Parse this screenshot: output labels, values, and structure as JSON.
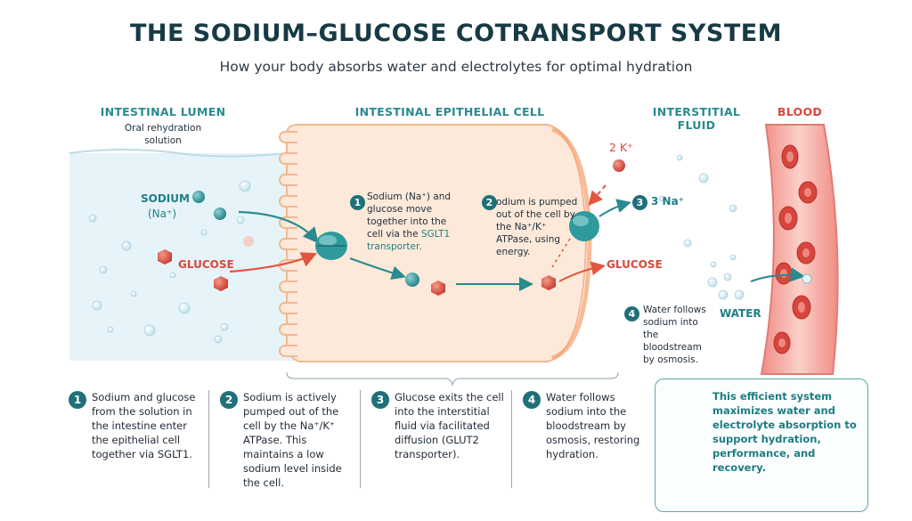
{
  "title": "THE SODIUM–GLUCOSE COTRANSPORT SYSTEM",
  "subtitle": "How your body absorbs water and electrolytes for optimal hydration",
  "regions": {
    "lumen": "INTESTINAL LUMEN",
    "lumen_caption": "Oral rehydration solution",
    "cell": "INTESTINAL EPITHELIAL CELL",
    "interstitial": "INTERSTITIAL FLUID",
    "blood": "BLOOD"
  },
  "labels": {
    "sodium": "SODIUM",
    "sodium_symbol": "(Na⁺)",
    "glucose_lumen": "GLUCOSE",
    "potassium": "2 K⁺",
    "sodium_out": "3 Na⁺",
    "glucose_interstitial": "GLUCOSE",
    "water": "WATER"
  },
  "steps_diagram": [
    {
      "number": "1",
      "text": "Sodium (Na⁺) and glucose move together into the cell via the",
      "highlight": "SGLT1 transporter."
    },
    {
      "number": "2",
      "text": "odium is pumped out of the cell by the Na⁺/K⁺ ATPase, using energy."
    },
    {
      "number": "3"
    },
    {
      "number": "4",
      "text": "Water follows sodium into the bloodstream by osmosis."
    }
  ],
  "steps_bottom": [
    {
      "number": "1",
      "text": "Sodium and glucose from the solution in the intestine enter the epithelial cell together via SGLT1."
    },
    {
      "number": "2",
      "text": "Sodium is actively pumped out of the cell by the Na⁺/K⁺ ATPase. This maintains a low sodium level inside the cell."
    },
    {
      "number": "3",
      "text": "Glucose exits the cell into the interstitial fluid via facilitated diffusion (GLUT2 transporter)."
    },
    {
      "number": "4",
      "text": "Water follows sodium into the bloodstream by osmosis, restoring hydration."
    }
  ],
  "summary": {
    "text": "This efficient system maximizes water and electrolyte absorption to support hydration, performance, and recovery.",
    "icon": "water-drop-plus-icon"
  },
  "colors": {
    "teal": "#2a8a8f",
    "sodium_ball": "#2f9a9c",
    "glucose": "#e2553f",
    "cell_fill": "#fde9d9",
    "lumen_fill": "#e6f3f8",
    "blood_vessel": "#f4a69e",
    "rbc": "#d7453c"
  }
}
